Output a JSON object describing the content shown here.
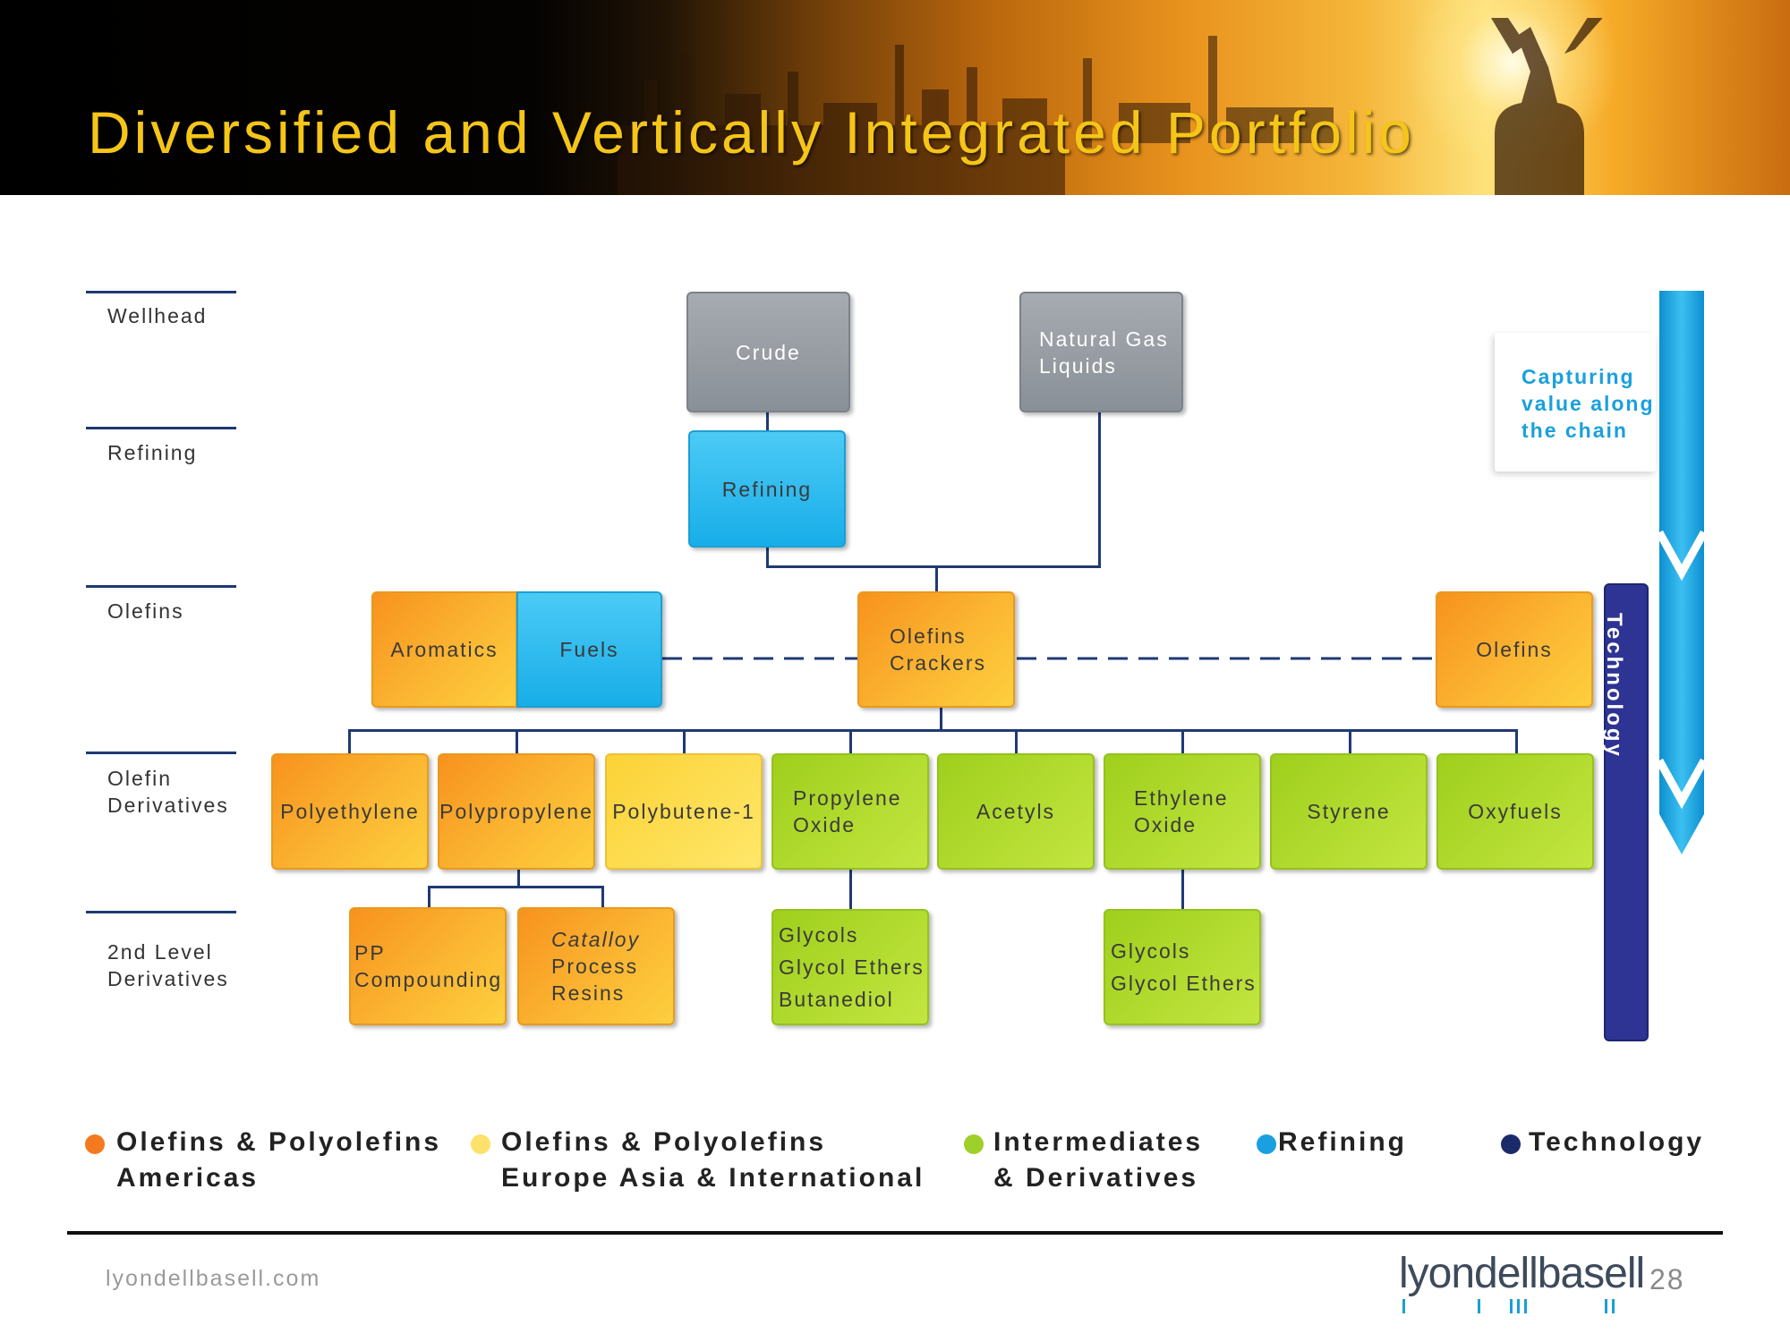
{
  "header": {
    "title": "Diversified and Vertically Integrated Portfolio"
  },
  "levels": [
    {
      "label": "Wellhead"
    },
    {
      "label": "Refining"
    },
    {
      "label": "Olefins"
    },
    {
      "label": "Olefin\nDerivatives"
    },
    {
      "label": "2nd Level\nDerivatives"
    }
  ],
  "boxes": {
    "crude": "Crude",
    "ngl": "Natural Gas\nLiquids",
    "refining": "Refining",
    "aromatics": "Aromatics",
    "fuels": "Fuels",
    "olefins_crackers": "Olefins\nCrackers",
    "olefins_right": "Olefins",
    "polyethylene": "Polyethylene",
    "polypropylene": "Polypropylene",
    "polybutene": "Polybutene-1",
    "propylene_oxide": "Propylene\nOxide",
    "acetyls": "Acetyls",
    "ethylene_oxide": "Ethylene\nOxide",
    "styrene": "Styrene",
    "oxyfuels": "Oxyfuels",
    "pp_compounding": "PP\nCompounding",
    "catalloy": "Catalloy",
    "catalloy_rest": "Process\nResins",
    "glycols_po": "Glycols\nGlycol Ethers\nButanediol",
    "glycols_eo": "Glycols\nGlycol Ethers"
  },
  "capture_text": "Capturing\nvalue along\nthe chain",
  "technology_label": "Technology",
  "legend": [
    {
      "label": "Olefins & Polyolefins\nAmericas",
      "color": "#f47920"
    },
    {
      "label": "Olefins & Polyolefins\nEurope Asia & International",
      "color": "#fde16a"
    },
    {
      "label": "Intermediates\n& Derivatives",
      "color": "#9fcf2a"
    },
    {
      "label": "Refining",
      "color": "#1a9fe0"
    },
    {
      "label": "Technology",
      "color": "#1b2a6b"
    }
  ],
  "footer": {
    "url": "lyondellbasell.com",
    "logo": "lyondellbasell",
    "page_number": "28"
  }
}
